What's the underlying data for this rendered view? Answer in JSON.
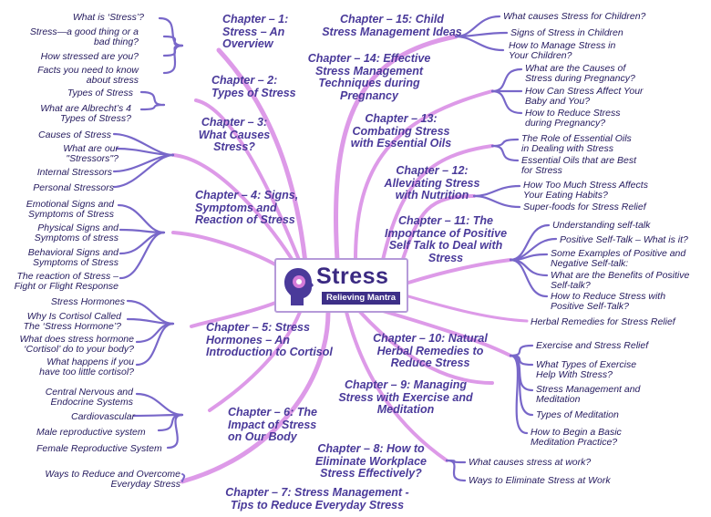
{
  "center": {
    "title": "Stress",
    "subtitle": "Relieving Mantra"
  },
  "colors": {
    "branch_pink": "#dd9ae8",
    "branch_purple": "#a68ad8",
    "leaf_purple": "#7867c9",
    "text_dark": "#241a5e",
    "chapter_text": "#4a3a9a"
  },
  "chapters": [
    {
      "id": "ch1",
      "label": "Chapter – 1:\nStress – An\nOverview"
    },
    {
      "id": "ch2",
      "label": "Chapter – 2:\nTypes of Stress"
    },
    {
      "id": "ch3",
      "label": "Chapter – 3:\nWhat Causes\nStress?"
    },
    {
      "id": "ch4",
      "label": "Chapter – 4: Signs,\nSymptoms and\nReaction of Stress"
    },
    {
      "id": "ch5",
      "label": "Chapter – 5: Stress\nHormones – An\nIntroduction to Cortisol"
    },
    {
      "id": "ch6",
      "label": "Chapter – 6: The\nImpact of Stress\non Our Body"
    },
    {
      "id": "ch7",
      "label": "Chapter – 7: Stress Management -\nTips to Reduce Everyday Stress"
    },
    {
      "id": "ch8",
      "label": "Chapter – 8: How to\nEliminate Workplace\nStress Effectively?"
    },
    {
      "id": "ch9",
      "label": "Chapter – 9: Managing\nStress with Exercise and\nMeditation"
    },
    {
      "id": "ch10",
      "label": "Chapter – 10: Natural\nHerbal Remedies to\nReduce Stress"
    },
    {
      "id": "ch11",
      "label": "Chapter – 11: The\nImportance of Positive\nSelf Talk to Deal with\nStress"
    },
    {
      "id": "ch12",
      "label": "Chapter – 12:\nAlleviating Stress\nwith Nutrition"
    },
    {
      "id": "ch13",
      "label": "Chapter – 13:\nCombating Stress\nwith Essential Oils"
    },
    {
      "id": "ch14",
      "label": "Chapter – 14: Effective\nStress Management\nTechniques during\nPregnancy"
    },
    {
      "id": "ch15",
      "label": "Chapter – 15: Child\nStress Management Ideas"
    }
  ],
  "topics": [
    {
      "label": "What is ‘Stress’?"
    },
    {
      "label": "Stress—a good thing or a\nbad thing?"
    },
    {
      "label": "How stressed are you?"
    },
    {
      "label": "Facts you need to know\nabout stress"
    },
    {
      "label": "Types of Stress"
    },
    {
      "label": "What are Albrecht’s 4\nTypes of Stress?"
    },
    {
      "label": "Causes of Stress"
    },
    {
      "label": "What are our\n\"Stressors\"?"
    },
    {
      "label": "Internal Stressors"
    },
    {
      "label": "Personal Stressors"
    },
    {
      "label": "Emotional Signs and\nSymptoms of Stress"
    },
    {
      "label": "Physical Signs and\nSymptoms of stress"
    },
    {
      "label": "Behavioral Signs and\nSymptoms of Stress"
    },
    {
      "label": "The reaction of Stress –\nFight or Flight Response"
    },
    {
      "label": "Stress Hormones"
    },
    {
      "label": "Why Is Cortisol Called\nThe ‘Stress Hormone’?"
    },
    {
      "label": "What does stress hormone\n‘Cortisol’ do to your body?"
    },
    {
      "label": "What happens if you\nhave too little cortisol?"
    },
    {
      "label": "Central Nervous and\nEndocrine Systems"
    },
    {
      "label": "Cardiovascular"
    },
    {
      "label": "Male reproductive system"
    },
    {
      "label": "Female Reproductive System"
    },
    {
      "label": "Ways to Reduce and Overcome\nEveryday Stress"
    },
    {
      "label": "What causes stress at work?"
    },
    {
      "label": "Ways to Eliminate Stress at Work"
    },
    {
      "label": "Exercise and Stress Relief"
    },
    {
      "label": "What Types of Exercise\nHelp With Stress?"
    },
    {
      "label": "Stress Management and\nMeditation"
    },
    {
      "label": "Types of Meditation"
    },
    {
      "label": "How to Begin a Basic\nMeditation Practice?"
    },
    {
      "label": "Herbal Remedies for Stress Relief"
    },
    {
      "label": "Understanding self-talk"
    },
    {
      "label": "Positive Self-Talk – What is it?"
    },
    {
      "label": "Some Examples of Positive and\nNegative Self-talk:"
    },
    {
      "label": "What are the Benefits of Positive\nSelf-talk?"
    },
    {
      "label": "How to Reduce Stress with\nPositive Self-Talk?"
    },
    {
      "label": "How Too Much Stress Affects\nYour Eating Habits?"
    },
    {
      "label": "Super-foods for Stress Relief"
    },
    {
      "label": "The Role of Essential Oils\nin Dealing with Stress"
    },
    {
      "label": "Essential Oils that are Best\nfor Stress"
    },
    {
      "label": "What are the Causes of\nStress during Pregnancy?"
    },
    {
      "label": "How Can Stress Affect Your\nBaby and You?"
    },
    {
      "label": "How to Reduce Stress\nduring Pregnancy?"
    },
    {
      "label": "What causes Stress for Children?"
    },
    {
      "label": "Signs of Stress in Children"
    },
    {
      "label": "How to Manage Stress in\nYour Children?"
    }
  ]
}
